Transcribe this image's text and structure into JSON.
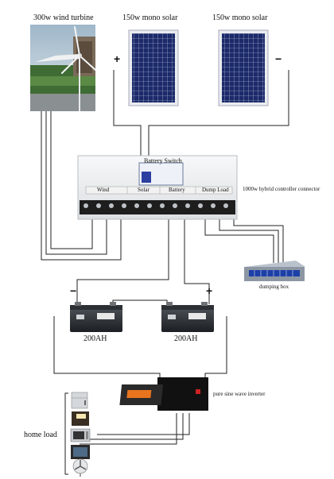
{
  "labels": {
    "wind_turbine": "300w wind turbine",
    "solar_left": "150w mono solar",
    "solar_right": "150w mono solar",
    "controller": "1000w hybrid controller connector",
    "battery_switch": "Battery Switch",
    "controller_sections": [
      "Wind",
      "Solar",
      "Battery",
      "Dump Load"
    ],
    "dumping_box": "dumping box",
    "battery_left": "200AH",
    "battery_right": "200AH",
    "inverter": "pure sine wave inverter",
    "home_load": "home load"
  },
  "signs": {
    "solar_positive": "+",
    "solar_negative": "−",
    "battery_negative": "−",
    "battery_positive": "+"
  },
  "icons": [
    "wind-turbine-image",
    "solar-panel-image",
    "charge-controller-image",
    "dump-load-box-image",
    "battery-image",
    "inverter-image",
    "refrigerator-icon",
    "light-icon",
    "microwave-icon",
    "television-icon",
    "fan-icon"
  ]
}
